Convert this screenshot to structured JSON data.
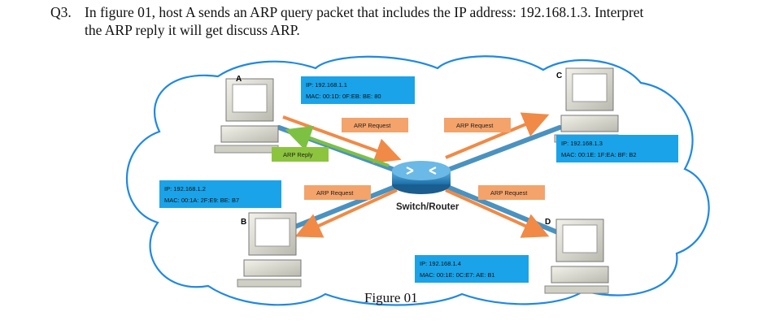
{
  "question": {
    "number": "Q3.",
    "line1": "In figure 01, host A sends an ARP query packet that includes the IP address: 192.168.1.3. Interpret",
    "line2": "the ARP reply it will get discuss ARP."
  },
  "figure": {
    "caption": "Figure 01",
    "router_label": "Switch/Router",
    "hosts": [
      {
        "id": "A",
        "ip": "IP: 192.168.1.1",
        "mac": "MAC: 00:1D: 0F:EB: BE: 80"
      },
      {
        "id": "B",
        "ip": "IP: 192.168.1.2",
        "mac": "MAC: 00:1A: 2F:E9: BE: B7"
      },
      {
        "id": "C",
        "ip": "IP: 192.168.1.3",
        "mac": "MAC: 00:1E: 1F:EA: BF: B2"
      },
      {
        "id": "D",
        "ip": "IP: 192.168.1.4",
        "mac": "MAC: 00:1E: 0C:E7: AE: B1"
      }
    ],
    "labels": {
      "arp_request": "ARP Request",
      "arp_reply": "ARP Reply"
    },
    "colors": {
      "info_box": "#1aa3e8",
      "request_box": "#f4a36a",
      "reply_box": "#8cc43e",
      "cloud": "#1e88e5",
      "link": "#2b7fb6"
    }
  }
}
